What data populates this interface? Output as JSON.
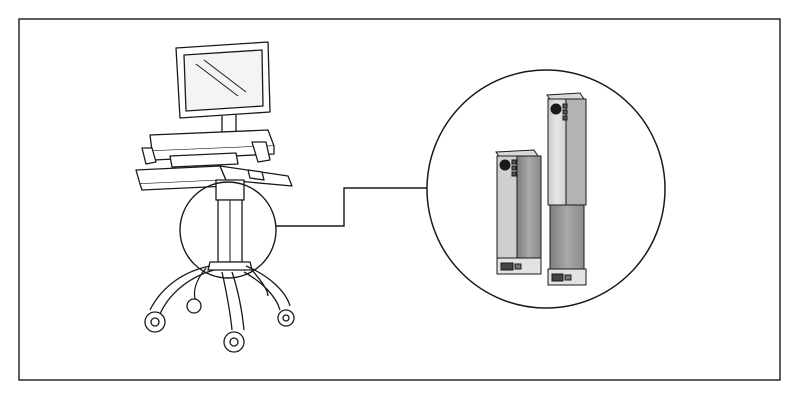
{
  "figure": {
    "subject": "medical-workstation-cart",
    "callout": "lift-column-detail",
    "colors": {
      "line": "#1a1a1a",
      "column_dark": "#8e8e8e",
      "column_mid": "#b9b9b9",
      "column_light": "#dcdcdc",
      "background": "#ffffff"
    },
    "icons": [
      "cart-illustration",
      "lift-column-icon",
      "control-panel-icon"
    ]
  }
}
